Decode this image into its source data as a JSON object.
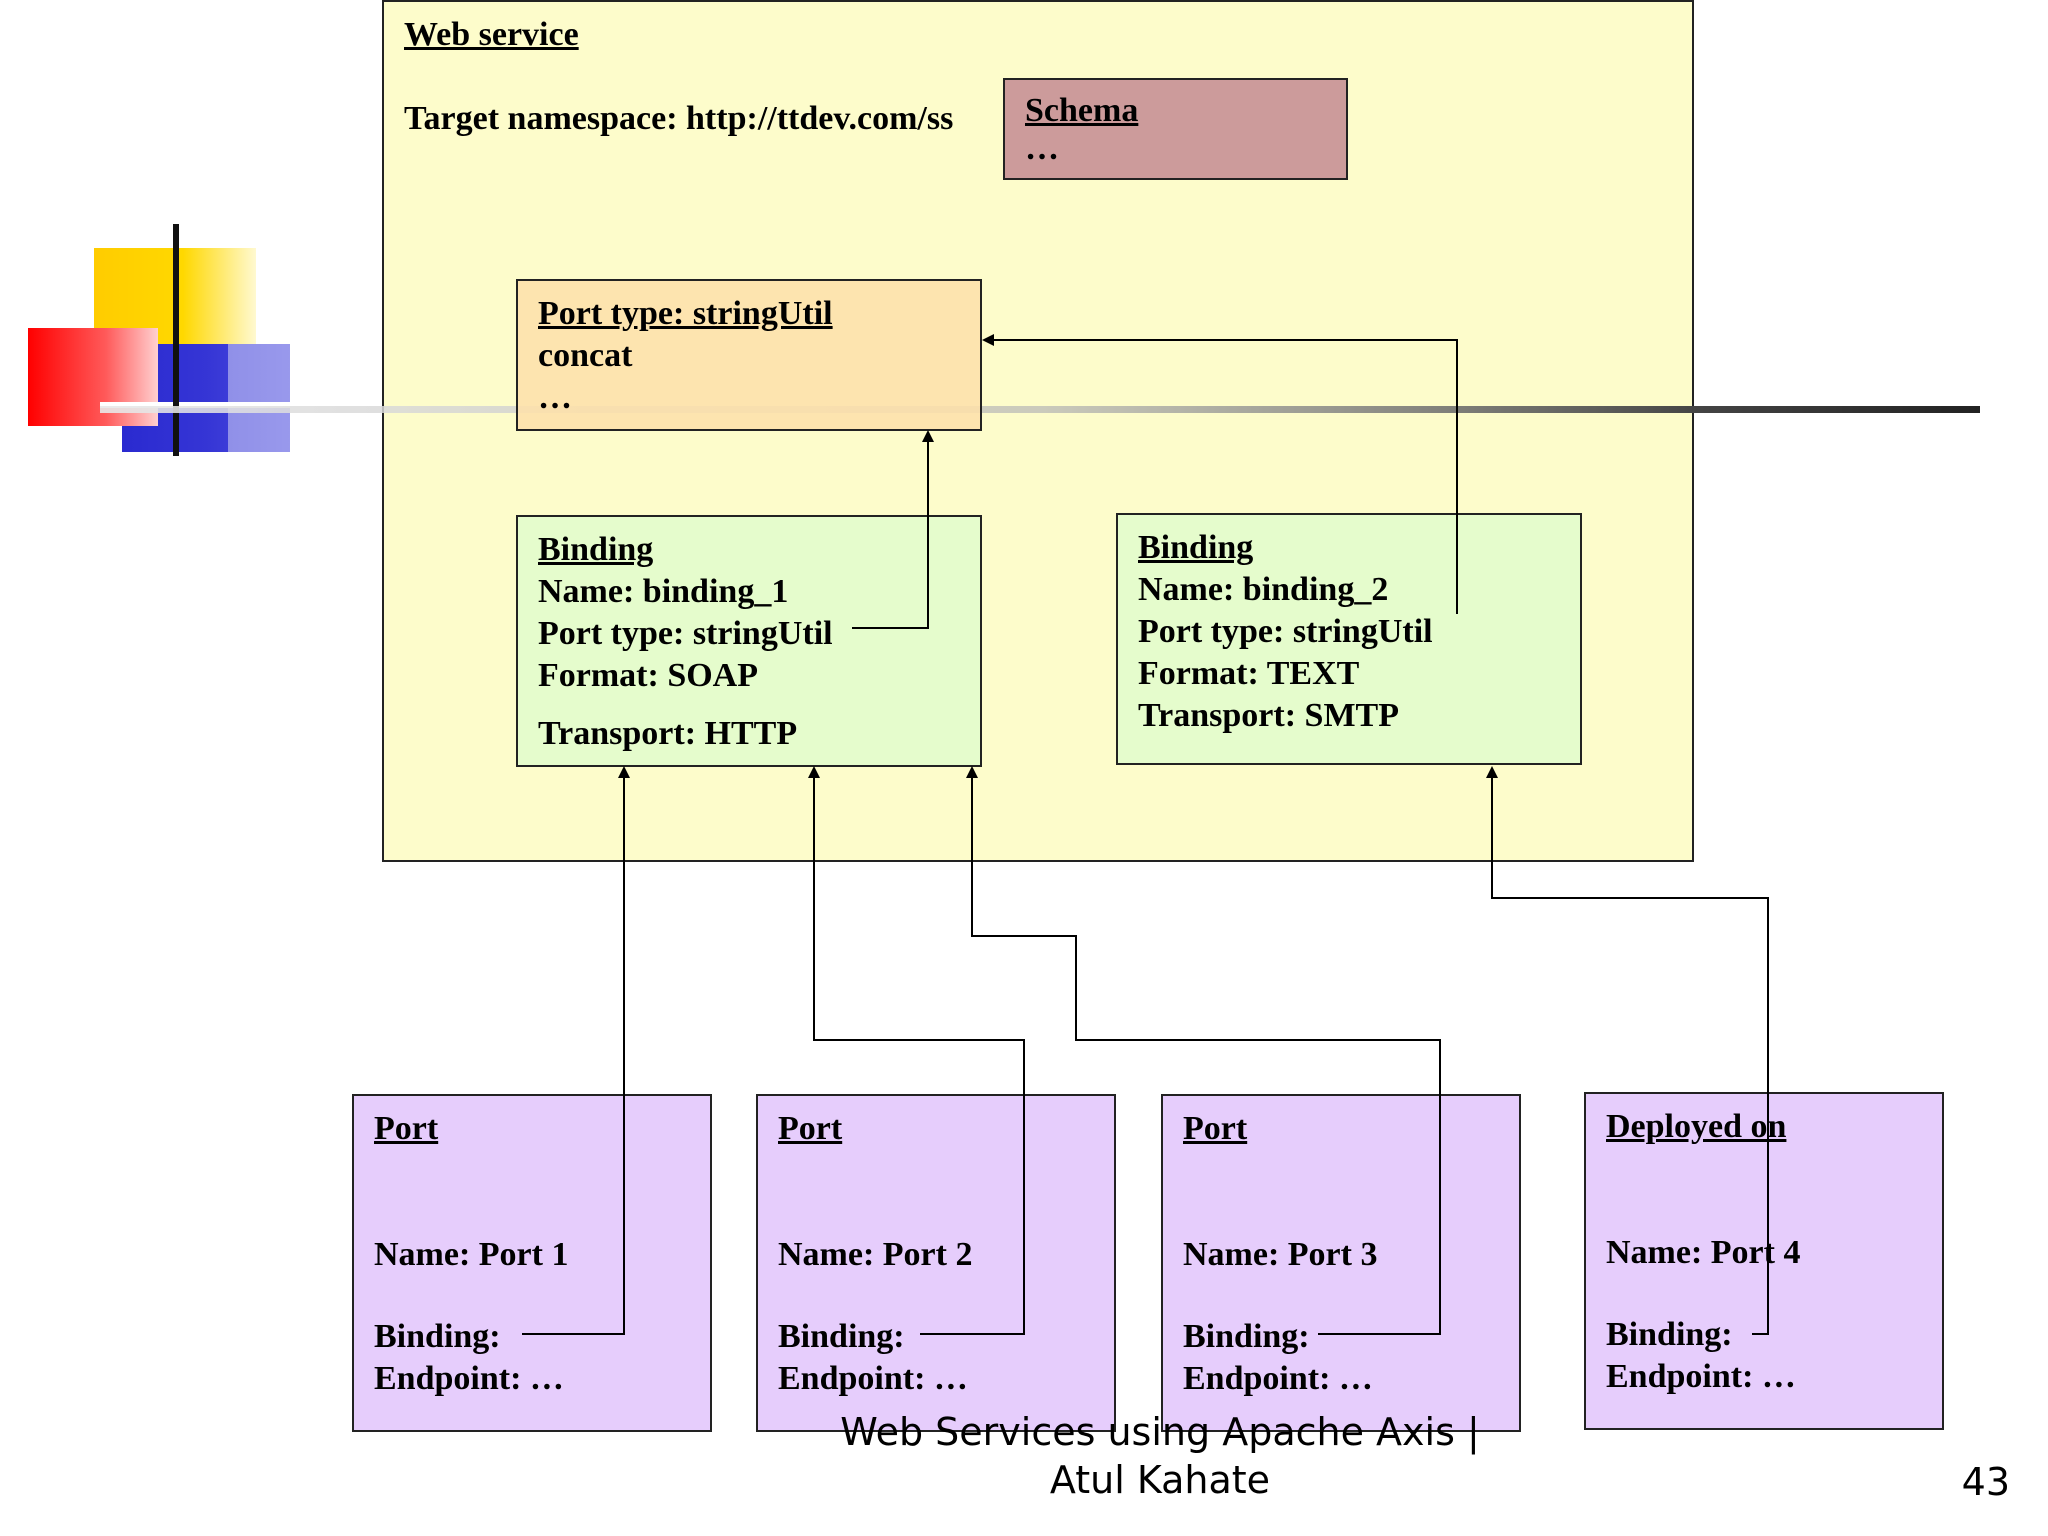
{
  "web_service": {
    "title": "Web service",
    "namespace": "Target namespace: http://ttdev.com/ss"
  },
  "schema": {
    "title": "Schema",
    "body": "…"
  },
  "port_type": {
    "title": "Port type: stringUtil",
    "op": "concat",
    "more": "…"
  },
  "binding1": {
    "title": "Binding",
    "name": "Name: binding_1",
    "port_type": "Port type: stringUtil",
    "format": "Format: SOAP",
    "transport": "Transport: HTTP"
  },
  "binding2": {
    "title": "Binding",
    "name": "Name: binding_2",
    "port_type": "Port type: stringUtil",
    "format": "Format: TEXT",
    "transport": "Transport: SMTP"
  },
  "ports": [
    {
      "title": "Port",
      "name": "Name: Port 1",
      "binding": "Binding:",
      "endpoint": "Endpoint: …"
    },
    {
      "title": "Port",
      "name": "Name: Port 2",
      "binding": "Binding:",
      "endpoint": "Endpoint: …"
    },
    {
      "title": "Port",
      "name": "Name: Port 3",
      "binding": "Binding:",
      "endpoint": "Endpoint: …"
    },
    {
      "title": "Deployed on ",
      "name": "Name: Port 4",
      "binding": "Binding:",
      "endpoint": "Endpoint: …"
    }
  ],
  "footer": {
    "line1": "Web Services using Apache Axis |",
    "line2": "Atul Kahate"
  },
  "page_number": "43",
  "colors": {
    "web_service_bg": "#fdfccb",
    "schema_bg": "#cc9b9b",
    "port_type_bg": "#fde0ab",
    "binding_bg": "#e5fccc",
    "port_bg": "#e6cdfc"
  }
}
